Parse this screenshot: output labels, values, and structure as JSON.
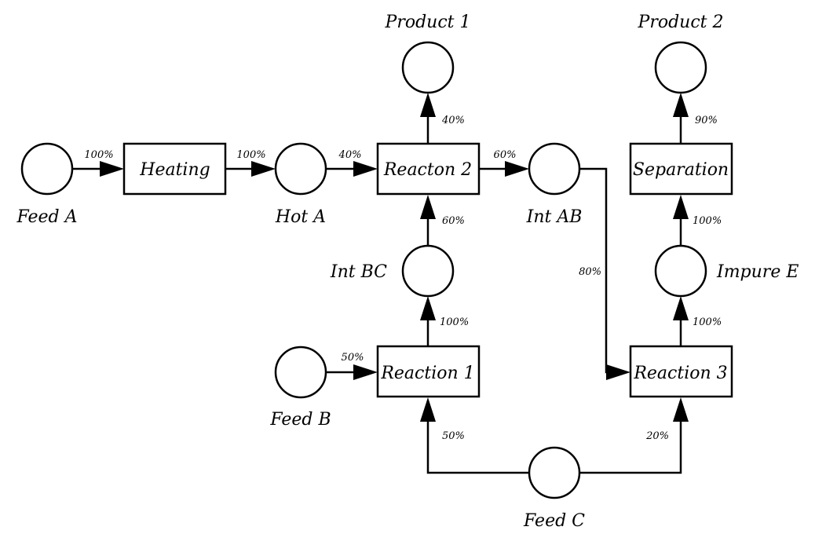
{
  "states": {
    "feed_a": "Feed A",
    "hot_a": "Hot A",
    "int_ab": "Int AB",
    "int_bc": "Int BC",
    "feed_b": "Feed B",
    "feed_c": "Feed C",
    "product_1": "Product 1",
    "product_2": "Product 2",
    "impure_e": "Impure E"
  },
  "tasks": {
    "heating": "Heating",
    "reaction_2": "Reacton 2",
    "separation": "Separation",
    "reaction_1": "Reaction 1",
    "reaction_3": "Reaction 3"
  },
  "arcs": {
    "feed_a_to_heating": "100%",
    "heating_to_hot_a": "100%",
    "hot_a_to_reaction_2": "40%",
    "reaction_2_to_int_ab": "60%",
    "reaction_2_to_product_1": "40%",
    "int_bc_to_reaction_2": "60%",
    "reaction_1_to_int_bc": "100%",
    "feed_b_to_reaction_1": "50%",
    "feed_c_to_reaction_1": "50%",
    "feed_c_to_reaction_3": "20%",
    "int_ab_to_reaction_3": "80%",
    "reaction_3_to_impure_e": "100%",
    "impure_e_to_separation": "100%",
    "separation_to_product_2": "90%"
  }
}
